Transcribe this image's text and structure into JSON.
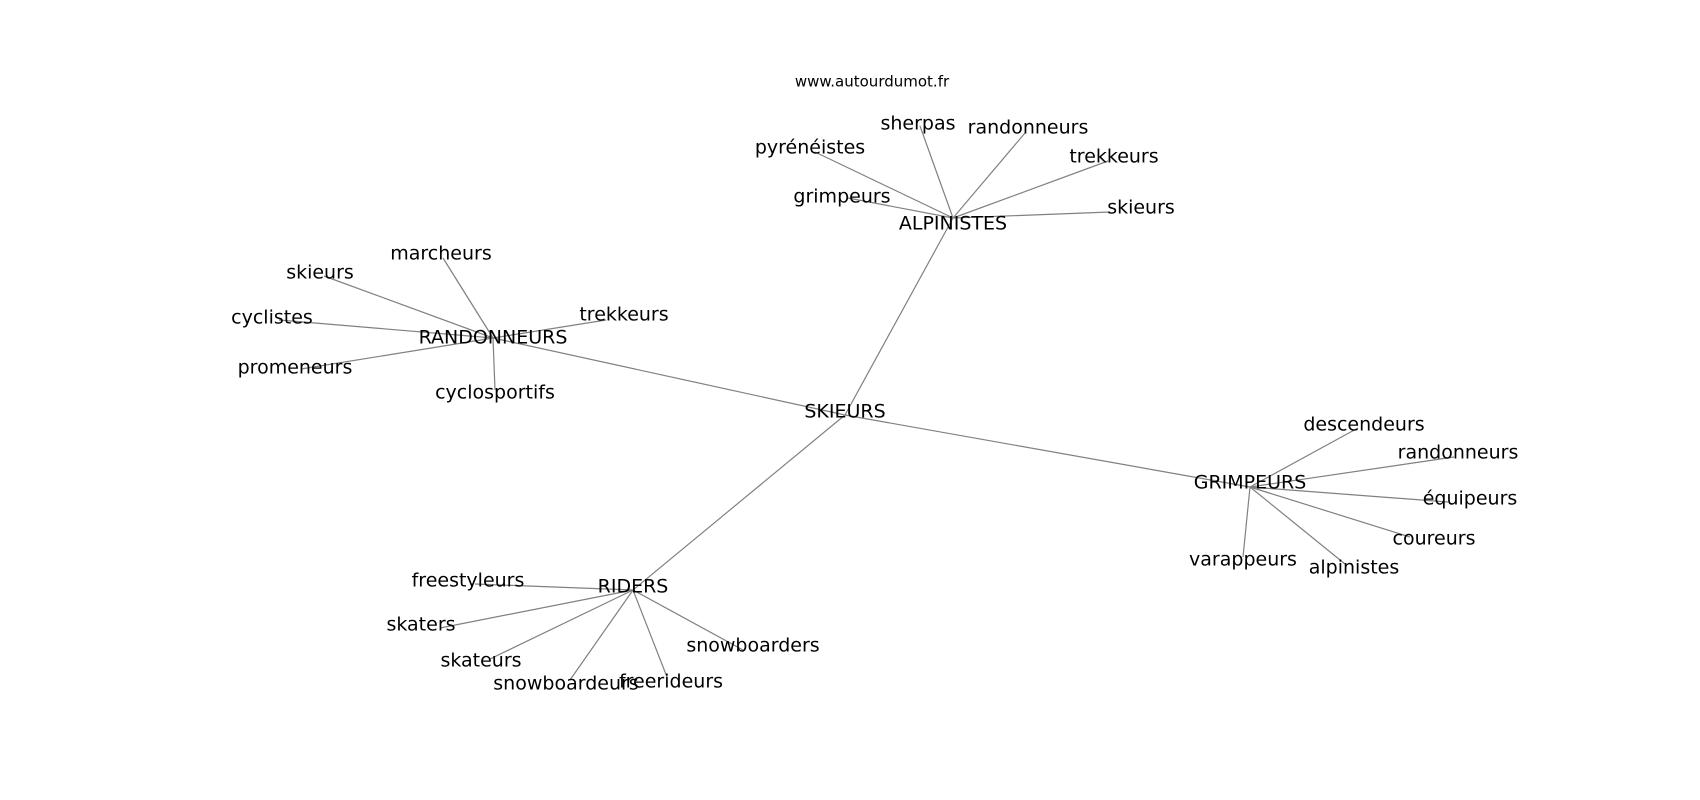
{
  "credit": "www.autourdumot.fr",
  "center": "SKIEURS",
  "clusters": [
    {
      "hub": "ALPINISTES",
      "leaves": [
        "sherpas",
        "randonneurs",
        "pyrénéistes",
        "trekkeurs",
        "grimpeurs",
        "skieurs"
      ]
    },
    {
      "hub": "RANDONNEURS",
      "leaves": [
        "marcheurs",
        "skieurs",
        "cyclistes",
        "trekkeurs",
        "promeneurs",
        "cyclosportifs"
      ]
    },
    {
      "hub": "GRIMPEURS",
      "leaves": [
        "descendeurs",
        "randonneurs",
        "équipeurs",
        "coureurs",
        "varappeurs",
        "alpinistes"
      ]
    },
    {
      "hub": "RIDERS",
      "leaves": [
        "freestyleurs",
        "skaters",
        "skateurs",
        "snowboarders",
        "snowboardeurs",
        "freerideurs"
      ]
    }
  ]
}
